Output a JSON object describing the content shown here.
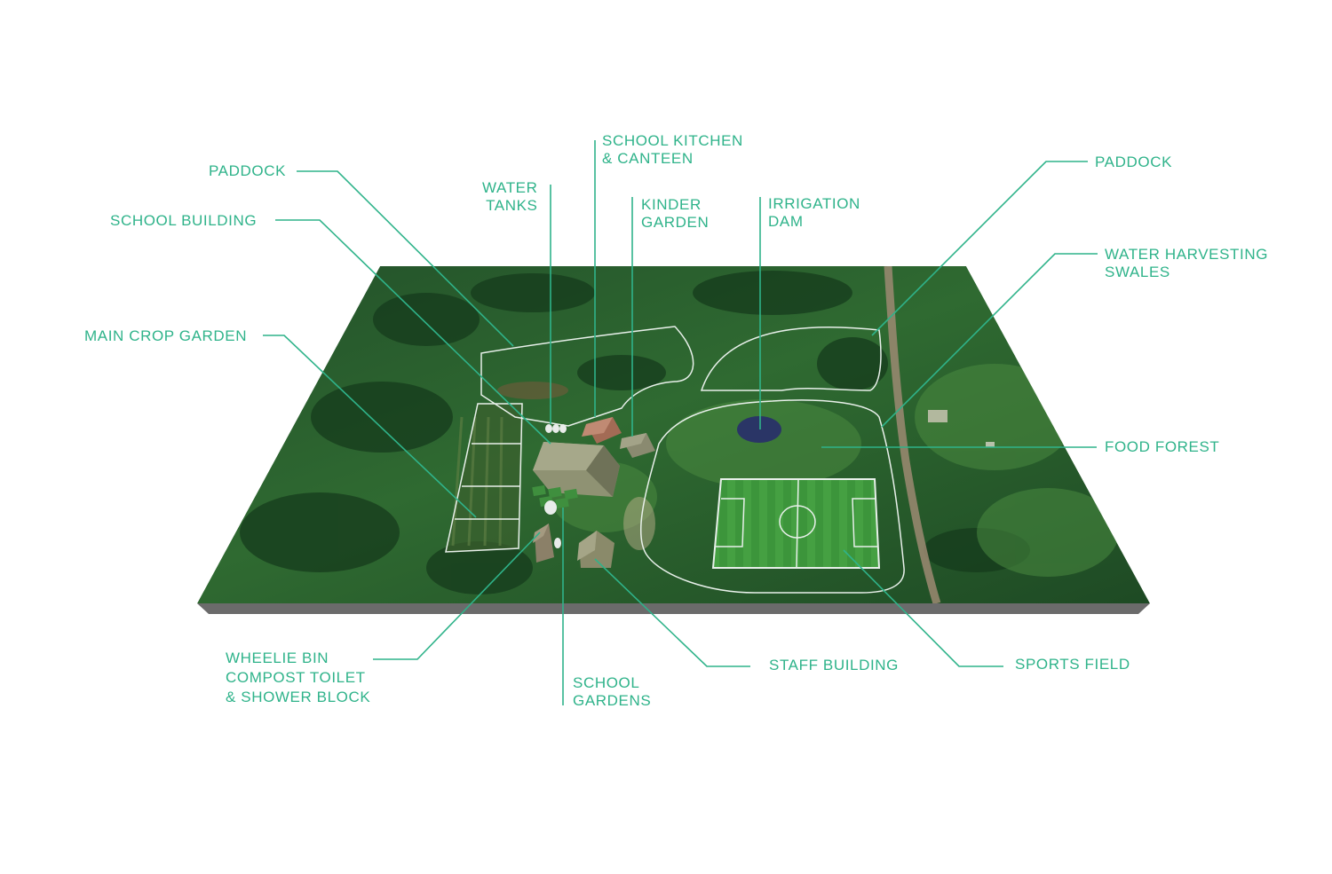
{
  "colors": {
    "label": "#2fb38a",
    "leader": "#2fb38a",
    "outline": "#e8f0ea",
    "terrain_dark": "#1f4a24",
    "terrain_light": "#3f7d3a",
    "base_shadow": "#6b6b6b",
    "field_green": "#3e9a3c",
    "dam_blue": "#2a3566",
    "roof_brown": "#9b7b60",
    "road": "#9c8a72"
  },
  "labels": {
    "paddock_left": [
      "PADDOCK"
    ],
    "school_building": [
      "SCHOOL BUILDING"
    ],
    "main_crop_garden": [
      "MAIN CROP GARDEN"
    ],
    "water_tanks": [
      "WATER",
      "TANKS"
    ],
    "school_kitchen": [
      "SCHOOL KITCHEN",
      "& CANTEEN"
    ],
    "kinder_garden": [
      "KINDER",
      "GARDEN"
    ],
    "irrigation_dam": [
      "IRRIGATION",
      "DAM"
    ],
    "paddock_right": [
      "PADDOCK"
    ],
    "water_harvesting": [
      "WATER HARVESTING",
      "SWALES"
    ],
    "food_forest": [
      "FOOD FOREST"
    ],
    "wheelie_bin": [
      "WHEELIE BIN",
      "COMPOST TOILET",
      "& SHOWER BLOCK"
    ],
    "school_gardens": [
      "SCHOOL",
      "GARDENS"
    ],
    "staff_building": [
      "STAFF BUILDING"
    ],
    "sports_field": [
      "SPORTS FIELD"
    ]
  }
}
